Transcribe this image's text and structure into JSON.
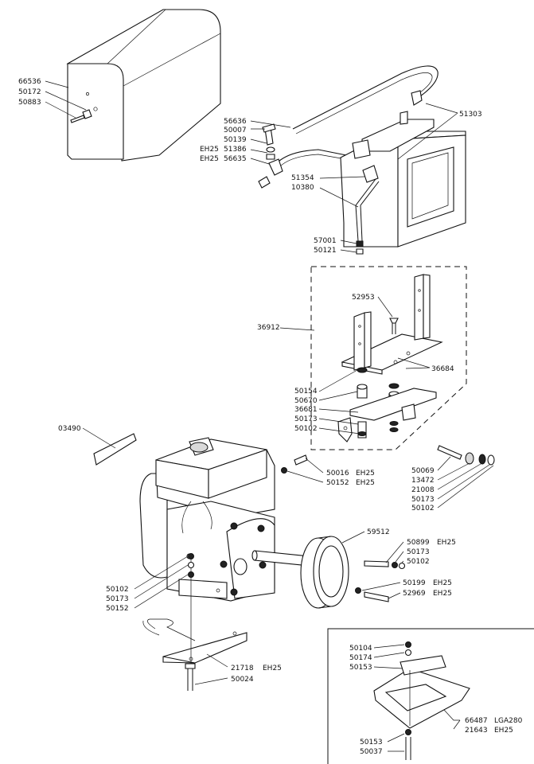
{
  "callouts": {
    "c66536": "66536",
    "c50172": "50172",
    "c50883": "50883",
    "c56636": "56636",
    "c50007": "50007",
    "c50139": "50139",
    "c51386": "51386",
    "c56635": "56635",
    "c51303": "51303",
    "c51354": "51354",
    "c10380": "10380",
    "c57001": "57001",
    "c50121": "50121",
    "c52953": "52953",
    "c36912": "36912",
    "c36684": "36684",
    "c50154": "50154",
    "c50670": "50670",
    "c36681": "36681",
    "c50173a": "50173",
    "c50102a": "50102",
    "c03490": "03490",
    "c50016": "50016",
    "c50152a": "50152",
    "c50069": "50069",
    "c13472": "13472",
    "c21008": "21008",
    "c50173b": "50173",
    "c50102b": "50102",
    "c59512": "59512",
    "c50899": "50899",
    "c50173c": "50173",
    "c50102c": "50102",
    "c50199": "50199",
    "c52969": "52969",
    "c50102d": "50102",
    "c50173d": "50173",
    "c50152b": "50152",
    "c21718": "21718",
    "c50024": "50024",
    "c50104": "50104",
    "c50174": "50174",
    "c50153a": "50153",
    "c66487": "66487",
    "c21643": "21643",
    "c50153b": "50153",
    "c50037": "50037"
  },
  "suffixes": {
    "s51386": "EH25",
    "s56635": "EH25",
    "s50016": "EH25",
    "s50152a": "EH25",
    "s50899": "EH25",
    "s50199": "EH25",
    "s52969": "EH25",
    "s21718": "EH25",
    "s66487": "LGA280",
    "s21643": "EH25"
  }
}
